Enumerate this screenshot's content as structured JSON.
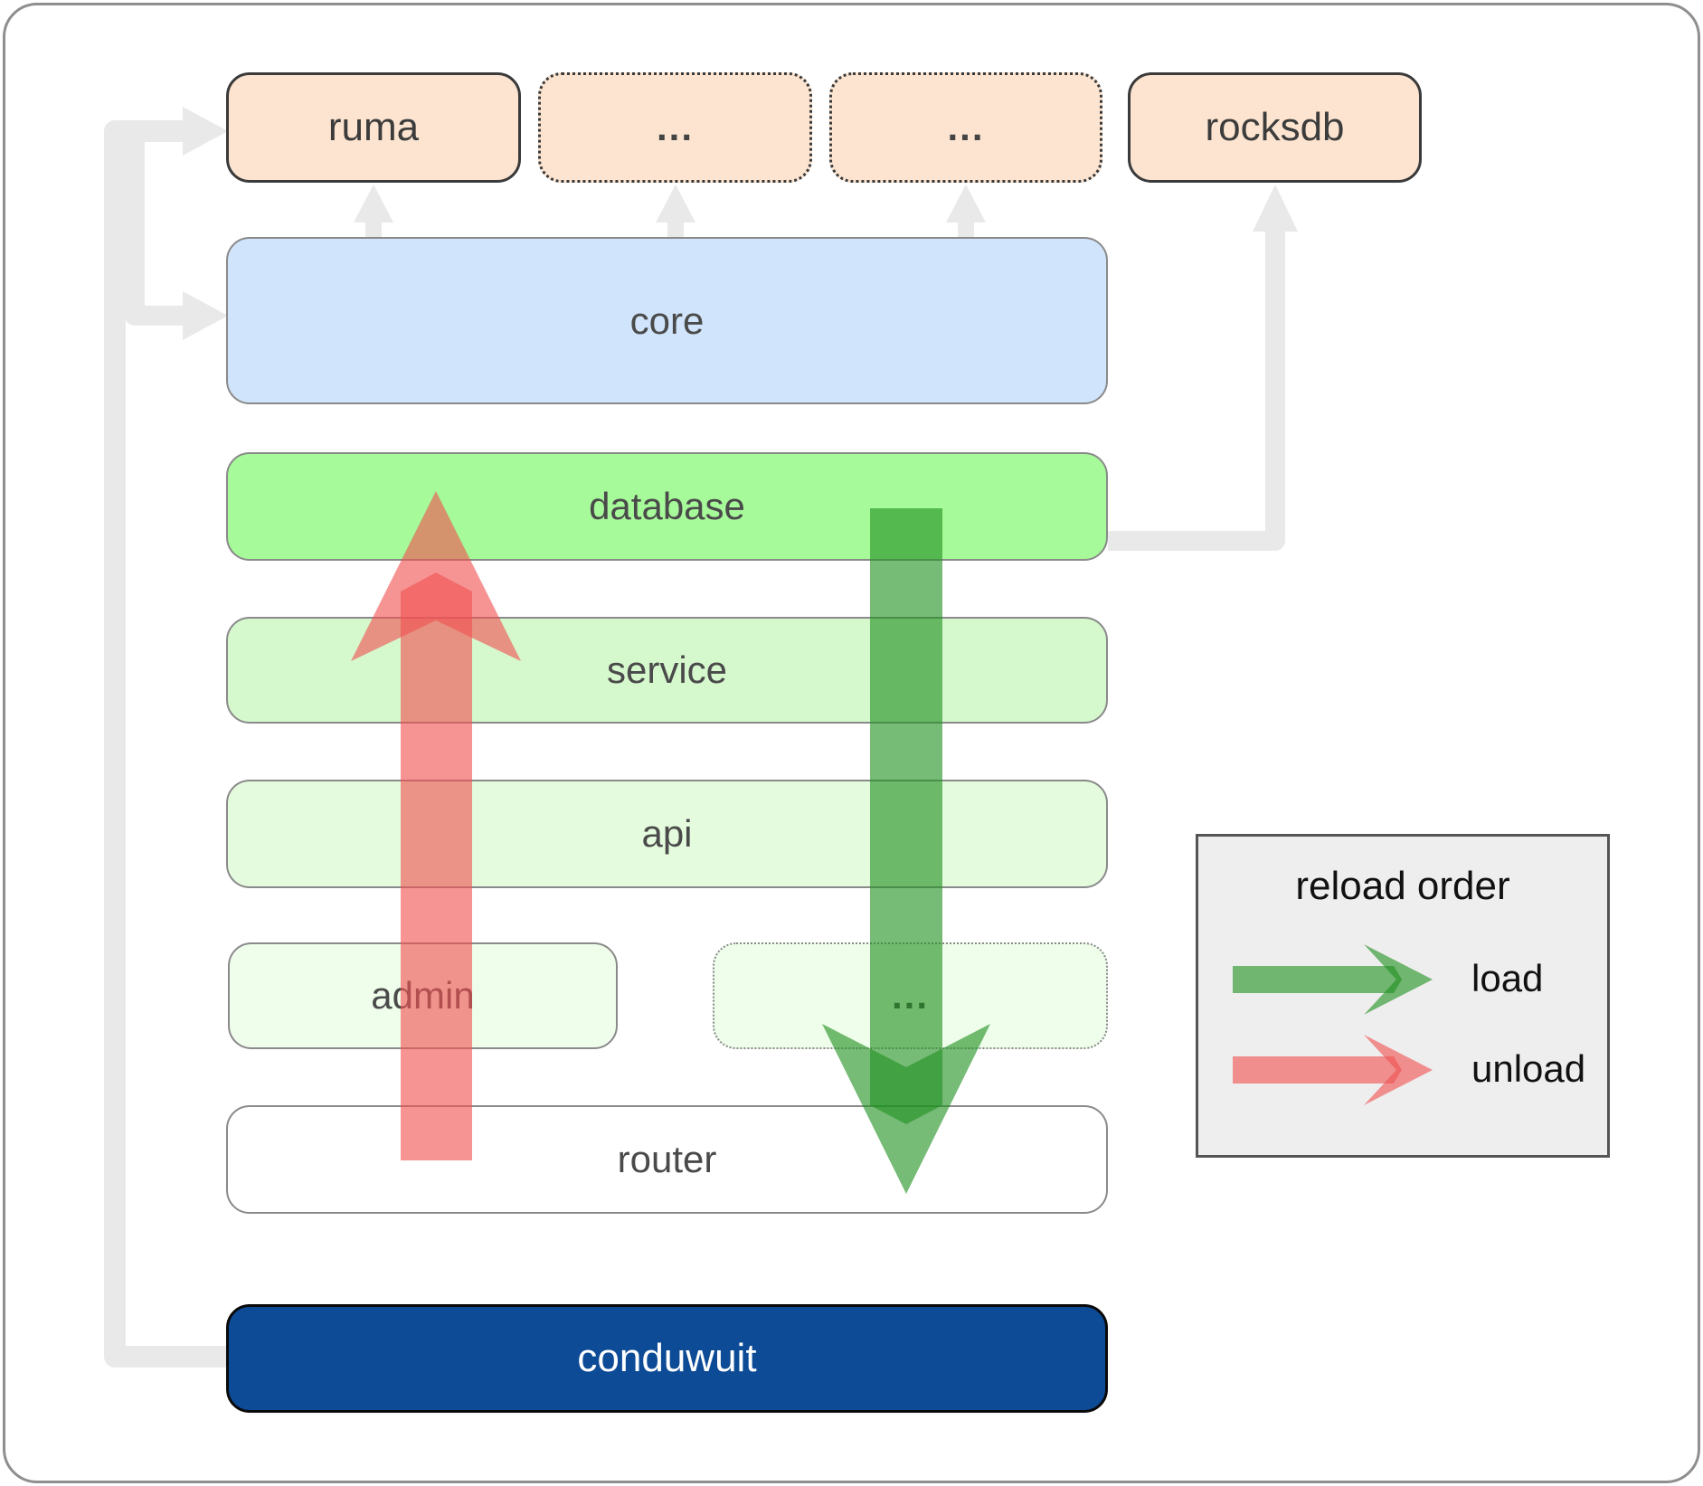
{
  "diagram": {
    "nodes": {
      "ruma": {
        "label": "ruma"
      },
      "dots_top_1": {
        "label": "..."
      },
      "dots_top_2": {
        "label": "..."
      },
      "rocksdb": {
        "label": "rocksdb"
      },
      "core": {
        "label": "core"
      },
      "database": {
        "label": "database"
      },
      "service": {
        "label": "service"
      },
      "api": {
        "label": "api"
      },
      "admin": {
        "label": "admin"
      },
      "dots_admin": {
        "label": "..."
      },
      "router": {
        "label": "router"
      },
      "conduwuit": {
        "label": "conduwuit"
      }
    },
    "colors": {
      "load_arrow": "#229122",
      "unload_arrow": "#f05252",
      "connector": "#e9e9e9",
      "peach_node": "#fce4d0",
      "core_blue": "#d0e5fb",
      "database_green": "#a6fa99",
      "conduwuit_blue": "#0d4b96"
    }
  },
  "legend": {
    "title": "reload order",
    "items": [
      {
        "label": "load",
        "color": "#229122",
        "icon": "arrow-right-green"
      },
      {
        "label": "unload",
        "color": "#f05252",
        "icon": "arrow-right-red"
      }
    ]
  }
}
